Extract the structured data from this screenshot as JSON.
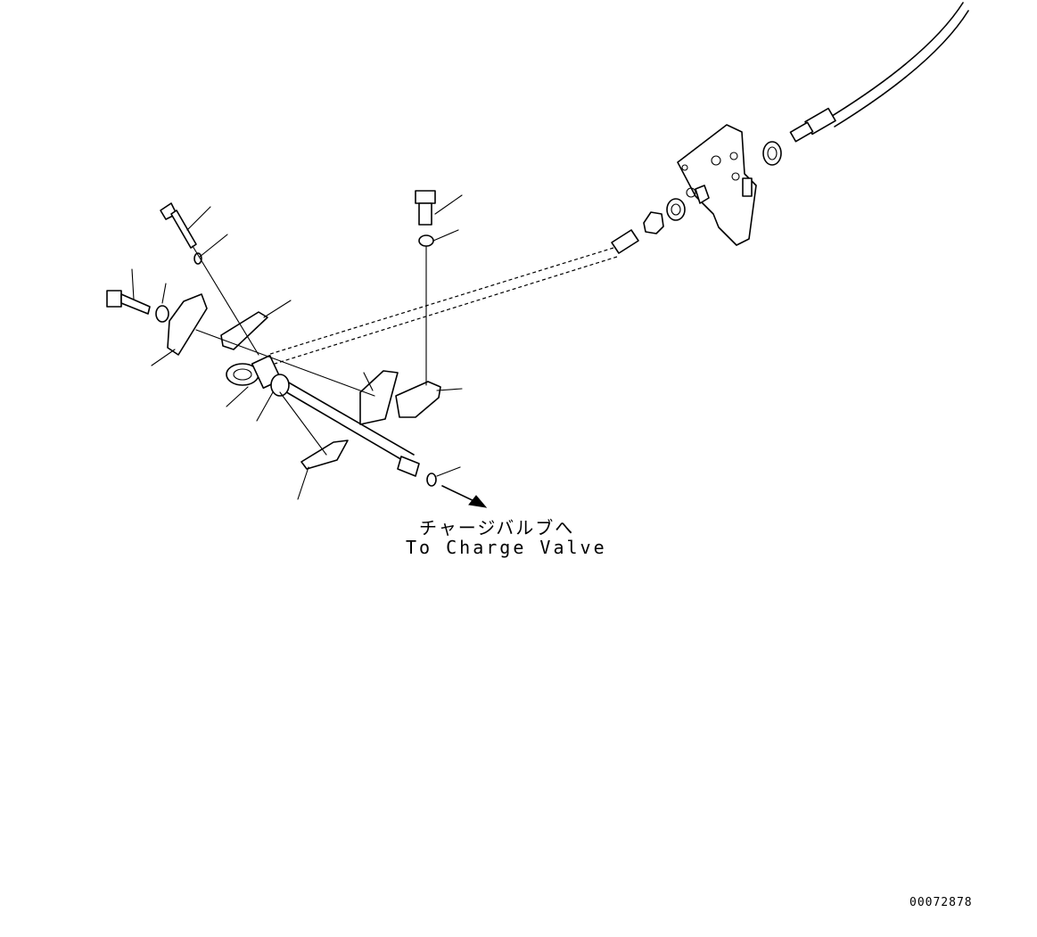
{
  "labels": {
    "destination_jp": "チャージバルブへ",
    "destination_en": "To Charge Valve"
  },
  "document_id": "00072878"
}
